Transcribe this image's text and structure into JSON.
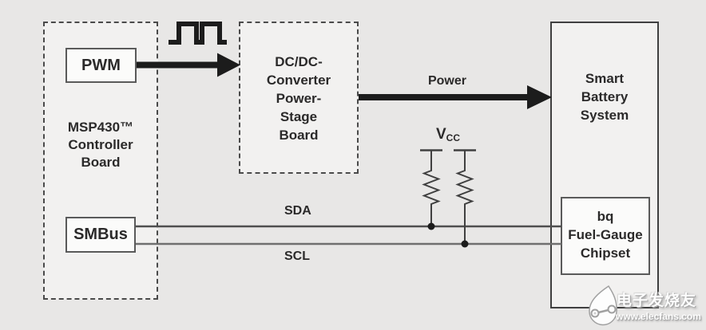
{
  "diagram": {
    "boards": {
      "msp430": {
        "title": "MSP430™\nController\nBoard",
        "modules": {
          "pwm": "PWM",
          "smbus": "SMBus"
        }
      },
      "dcdc": {
        "title": "DC/DC-\nConverter\nPower-\nStage\nBoard"
      },
      "smart_battery": {
        "title": "Smart\nBattery\nSystem",
        "chipset_title": "bq\nFuel-Gauge\nChipset"
      }
    },
    "signals": {
      "power": "Power",
      "sda": "SDA",
      "scl": "SCL",
      "vcc": {
        "letter": "V",
        "subscript": "CC"
      }
    }
  },
  "watermark": {
    "site_name": "电子发烧友",
    "site_url": "www.elecfans.com"
  },
  "colors": {
    "background": "#e8e7e6",
    "box_fill": "#f2f1f0",
    "module_fill": "#fbfbfa",
    "ink": "#1c1c1c",
    "sda_line": "#4f4f4f",
    "scl_line": "#6f6f6f",
    "resistor": "#404040"
  }
}
